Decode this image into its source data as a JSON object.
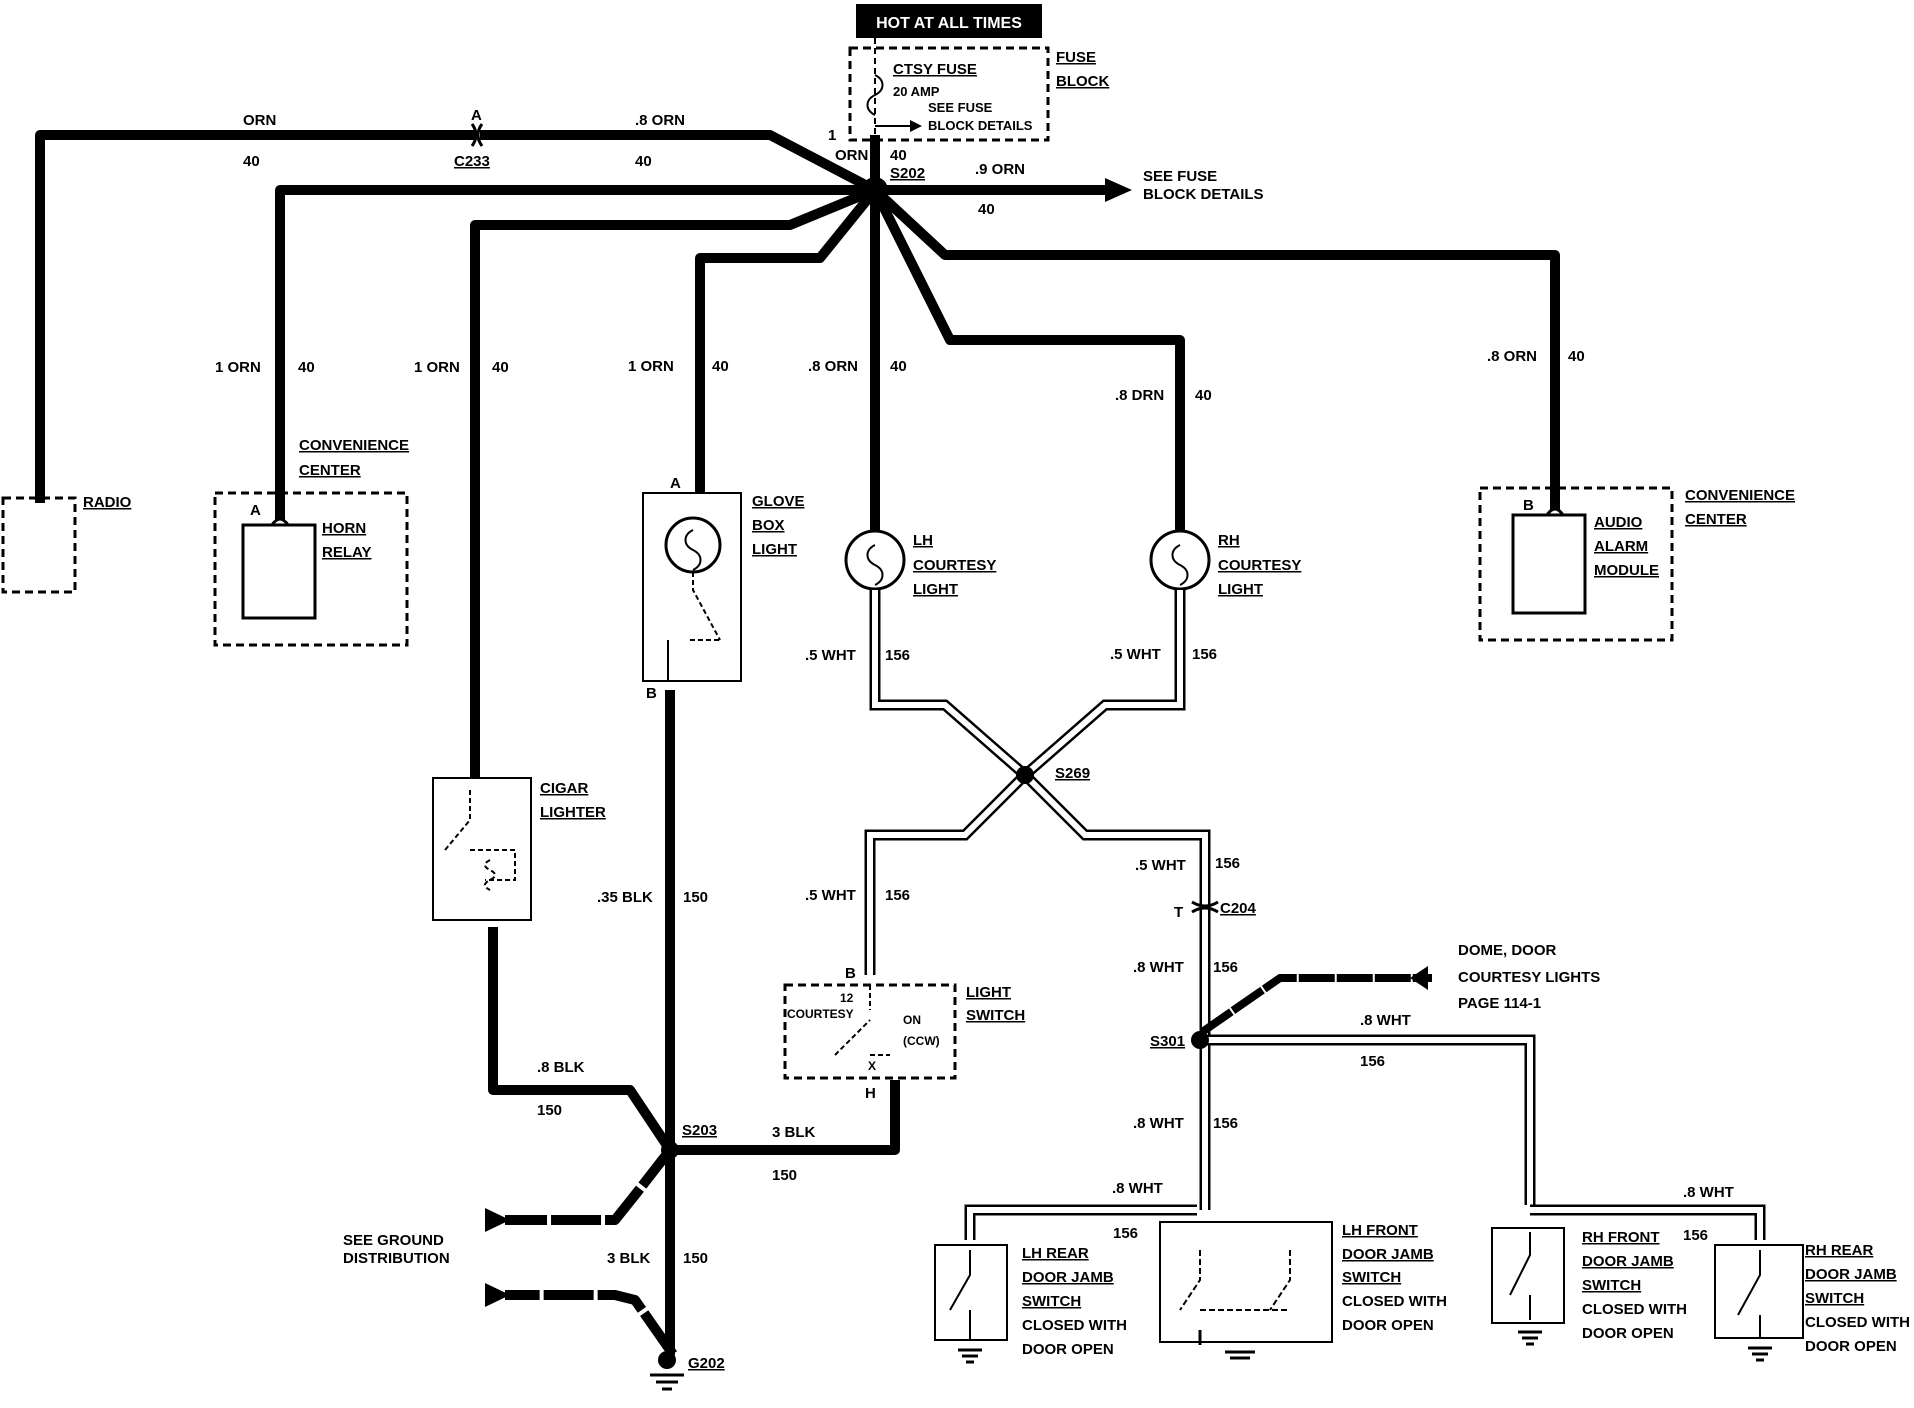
{
  "header": {
    "hot_label": "HOT AT ALL TIMES"
  },
  "fuse": {
    "name": "CTSY FUSE",
    "rating": "20 AMP",
    "see1": "SEE FUSE",
    "see2": "BLOCK DETAILS",
    "block1": "FUSE",
    "block2": "BLOCK",
    "pin": "1"
  },
  "splices": {
    "s202": "S202",
    "s203": "S203",
    "s269": "S269",
    "s301": "S301",
    "g202": "G202",
    "c233": "C233",
    "c204": "C204"
  },
  "wires": {
    "orn_radio_top": "ORN",
    "n40_a": "40",
    "c233_pin": "A",
    "orn_08_top": ".8 ORN",
    "n40_b": "40",
    "orn_fuse_down": "ORN",
    "n40_c": "40",
    "orn_08_right": ".9 ORN",
    "n40_d": "40",
    "horn_w": "1 ORN",
    "horn_n": "40",
    "cigar_w": "1 ORN",
    "cigar_n": "40",
    "glove_w": "1 ORN",
    "glove_n": "40",
    "lh_w": ".8 ORN",
    "lh_n": "40",
    "rh_w": ".8 DRN",
    "rh_n": "40",
    "audio_w": ".8 ORN",
    "audio_n": "40",
    "lh_wht": ".5 WHT",
    "lh_wht_n": "156",
    "rh_wht": ".5 WHT",
    "rh_wht_n": "156",
    "sw_wht": ".5 WHT",
    "sw_wht_n": "156",
    "c204_wht": ".5 WHT",
    "c204_wht_n": "156",
    "c204_pin": "T",
    "s301_in": ".8 WHT",
    "s301_in_n": "156",
    "s301_right": ".8 WHT",
    "s301_right_n": "156",
    "s301_down": ".8 WHT",
    "s301_down_n": "156",
    "lh_dj": ".8 WHT",
    "lh_dj_n": "156",
    "rh_dj": ".8 WHT",
    "rh_dj_n": "156",
    "blk_glove": ".35 BLK",
    "blk_glove_n": "150",
    "blk_cigar": ".8 BLK",
    "blk_cigar_n": "150",
    "blk_sw": "3 BLK",
    "blk_sw_n": "150",
    "blk_gnd": "3 BLK",
    "blk_gnd_n": "150"
  },
  "fuse_ref": {
    "l1": "SEE FUSE",
    "l2": "BLOCK DETAILS"
  },
  "components": {
    "radio": "RADIO",
    "conv_left_1": "CONVENIENCE",
    "conv_left_2": "CENTER",
    "horn_1": "HORN",
    "horn_2": "RELAY",
    "horn_pin": "A",
    "glove_1": "GLOVE",
    "glove_2": "BOX",
    "glove_3": "LIGHT",
    "glove_pin_a": "A",
    "glove_pin_b": "B",
    "lhc_1": "LH",
    "lhc_2": "COURTESY",
    "lhc_3": "LIGHT",
    "rhc_1": "RH",
    "rhc_2": "COURTESY",
    "rhc_3": "LIGHT",
    "audio_1": "AUDIO",
    "audio_2": "ALARM",
    "audio_3": "MODULE",
    "audio_pin": "B",
    "conv_right_1": "CONVENIENCE",
    "conv_right_2": "CENTER",
    "cigar_1": "CIGAR",
    "cigar_2": "LIGHTER",
    "ls_1": "LIGHT",
    "ls_2": "SWITCH",
    "ls_pin_b": "B",
    "ls_pin_h": "H",
    "ls_12": "12",
    "ls_courtesy": "COURTESY",
    "ls_on": "ON",
    "ls_ccw": "(CCW)",
    "ls_x": "X",
    "dome_1": "DOME, DOOR",
    "dome_2": "COURTESY LIGHTS",
    "dome_3": "PAGE 114-1",
    "gnd_1": "SEE GROUND",
    "gnd_2": "DISTRIBUTION",
    "lhr_1": "LH REAR",
    "lhr_2": "DOOR JAMB",
    "lhr_3": "SWITCH",
    "lhr_4": "CLOSED WITH",
    "lhr_5": "DOOR OPEN",
    "lhf_1": "LH FRONT",
    "lhf_2": "DOOR JAMB",
    "lhf_3": "SWITCH",
    "lhf_4": "CLOSED WITH",
    "lhf_5": "DOOR OPEN",
    "rhf_1": "RH FRONT",
    "rhf_2": "DOOR JAMB",
    "rhf_3": "SWITCH",
    "rhf_4": "CLOSED WITH",
    "rhf_5": "DOOR OPEN",
    "rhr_1": "RH REAR",
    "rhr_2": "DOOR JAMB",
    "rhr_3": "SWITCH",
    "rhr_4": "CLOSED WITH",
    "rhr_5": "DOOR OPEN"
  }
}
